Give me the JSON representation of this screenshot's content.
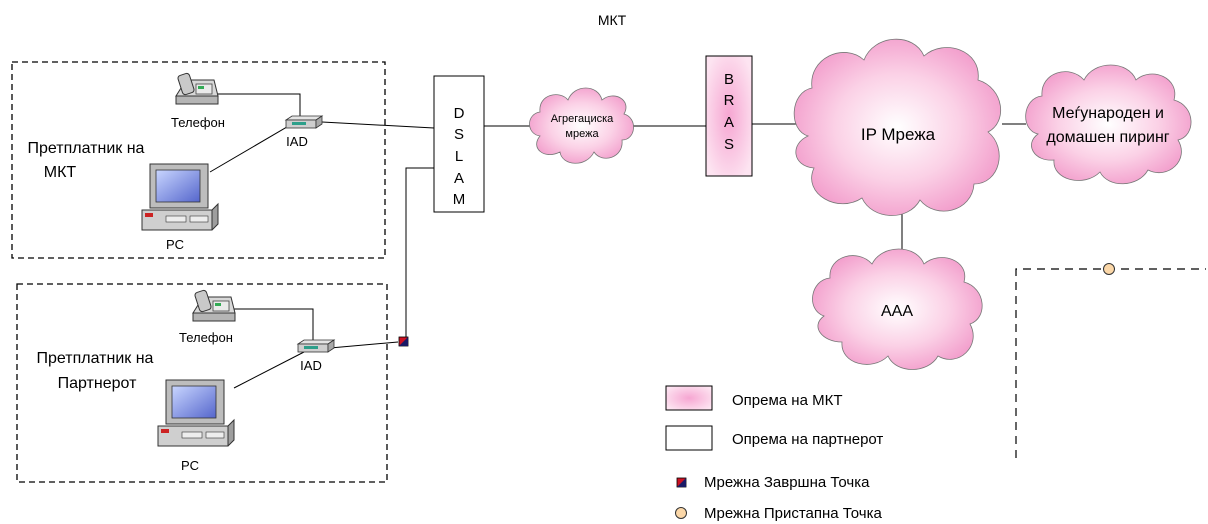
{
  "title": "МКТ",
  "top_subscriber": {
    "label_line1": "Претплатник на",
    "label_line2": "МКТ",
    "phone_label": "Телефон",
    "iad_label": "IAD",
    "pc_label": "PC"
  },
  "bottom_subscriber": {
    "label_line1": "Претплатник на",
    "label_line2": "Партнерот",
    "phone_label": "Телефон",
    "iad_label": "IAD",
    "pc_label": "PC"
  },
  "dslam_letters": [
    "D",
    "S",
    "L",
    "A",
    "M"
  ],
  "bras_letters": [
    "B",
    "R",
    "A",
    "S"
  ],
  "clouds": {
    "aggregation_line1": "Агрегациска",
    "aggregation_line2": "мрежа",
    "ip_network": "IP Мрежа",
    "peering_line1": "Меѓународен и",
    "peering_line2": "домашен пиринг",
    "aaa": "AAA"
  },
  "legend": {
    "mkt_equipment": "Опрема на МКТ",
    "partner_equipment": "Опрема на партнерот",
    "network_termination_point": "Мрежна Завршна Точка",
    "network_access_point": "Мрежна Пристапна Точка"
  },
  "colors": {
    "cloud_center": "#ffffff",
    "cloud_edge": "#f2a0cc",
    "termination_point": "#cc1122",
    "access_point": "#fbd7a8"
  }
}
